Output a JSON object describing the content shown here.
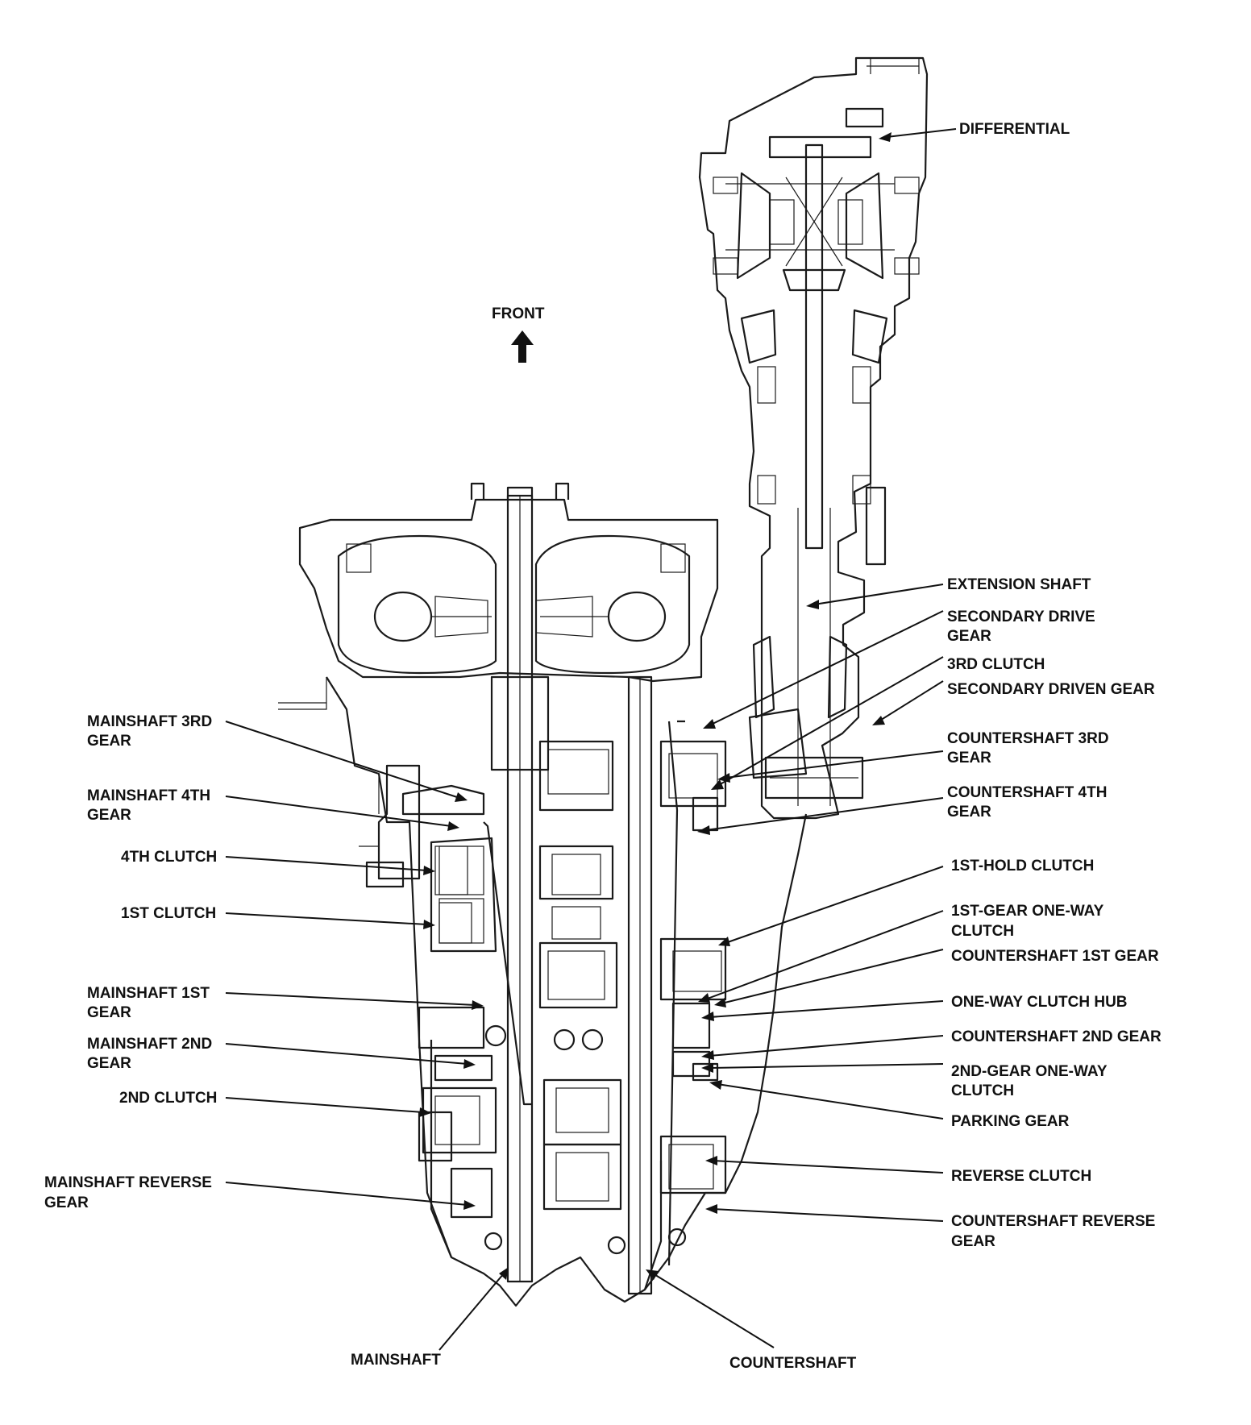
{
  "diagram": {
    "direction": {
      "text": "FRONT",
      "icon": "up-arrow-icon"
    },
    "callouts": {
      "differential": "DIFFERENTIAL",
      "extension_shaft": "EXTENSION SHAFT",
      "secondary_drive_gear": [
        "SECONDARY DRIVE",
        "GEAR"
      ],
      "third_clutch": "3RD CLUTCH",
      "secondary_driven_gear": "SECONDARY DRIVEN GEAR",
      "countershaft_3rd_gear": [
        "COUNTERSHAFT 3RD",
        "GEAR"
      ],
      "countershaft_4th_gear": [
        "COUNTERSHAFT 4TH",
        "GEAR"
      ],
      "first_hold_clutch": "1ST-HOLD CLUTCH",
      "first_gear_one_way_clutch": [
        "1ST-GEAR ONE-WAY",
        "CLUTCH"
      ],
      "countershaft_1st_gear": "COUNTERSHAFT 1ST GEAR",
      "one_way_clutch_hub": "ONE-WAY CLUTCH HUB",
      "countershaft_2nd_gear": "COUNTERSHAFT 2ND GEAR",
      "second_gear_one_way_clutch": [
        "2ND-GEAR ONE-WAY",
        "CLUTCH"
      ],
      "parking_gear": "PARKING GEAR",
      "reverse_clutch": "REVERSE CLUTCH",
      "countershaft_reverse_gear": [
        "COUNTERSHAFT REVERSE",
        "GEAR"
      ],
      "mainshaft_3rd_gear": [
        "MAINSHAFT 3RD",
        "GEAR"
      ],
      "mainshaft_4th_gear": [
        "MAINSHAFT 4TH",
        "GEAR"
      ],
      "fourth_clutch": "4TH CLUTCH",
      "first_clutch": "1ST CLUTCH",
      "mainshaft_1st_gear": [
        "MAINSHAFT 1ST",
        "GEAR"
      ],
      "mainshaft_2nd_gear": [
        "MAINSHAFT 2ND",
        "GEAR"
      ],
      "second_clutch": "2ND CLUTCH",
      "mainshaft_reverse_gear": [
        "MAINSHAFT REVERSE",
        "GEAR"
      ],
      "mainshaft": "MAINSHAFT",
      "countershaft": "COUNTERSHAFT"
    }
  }
}
